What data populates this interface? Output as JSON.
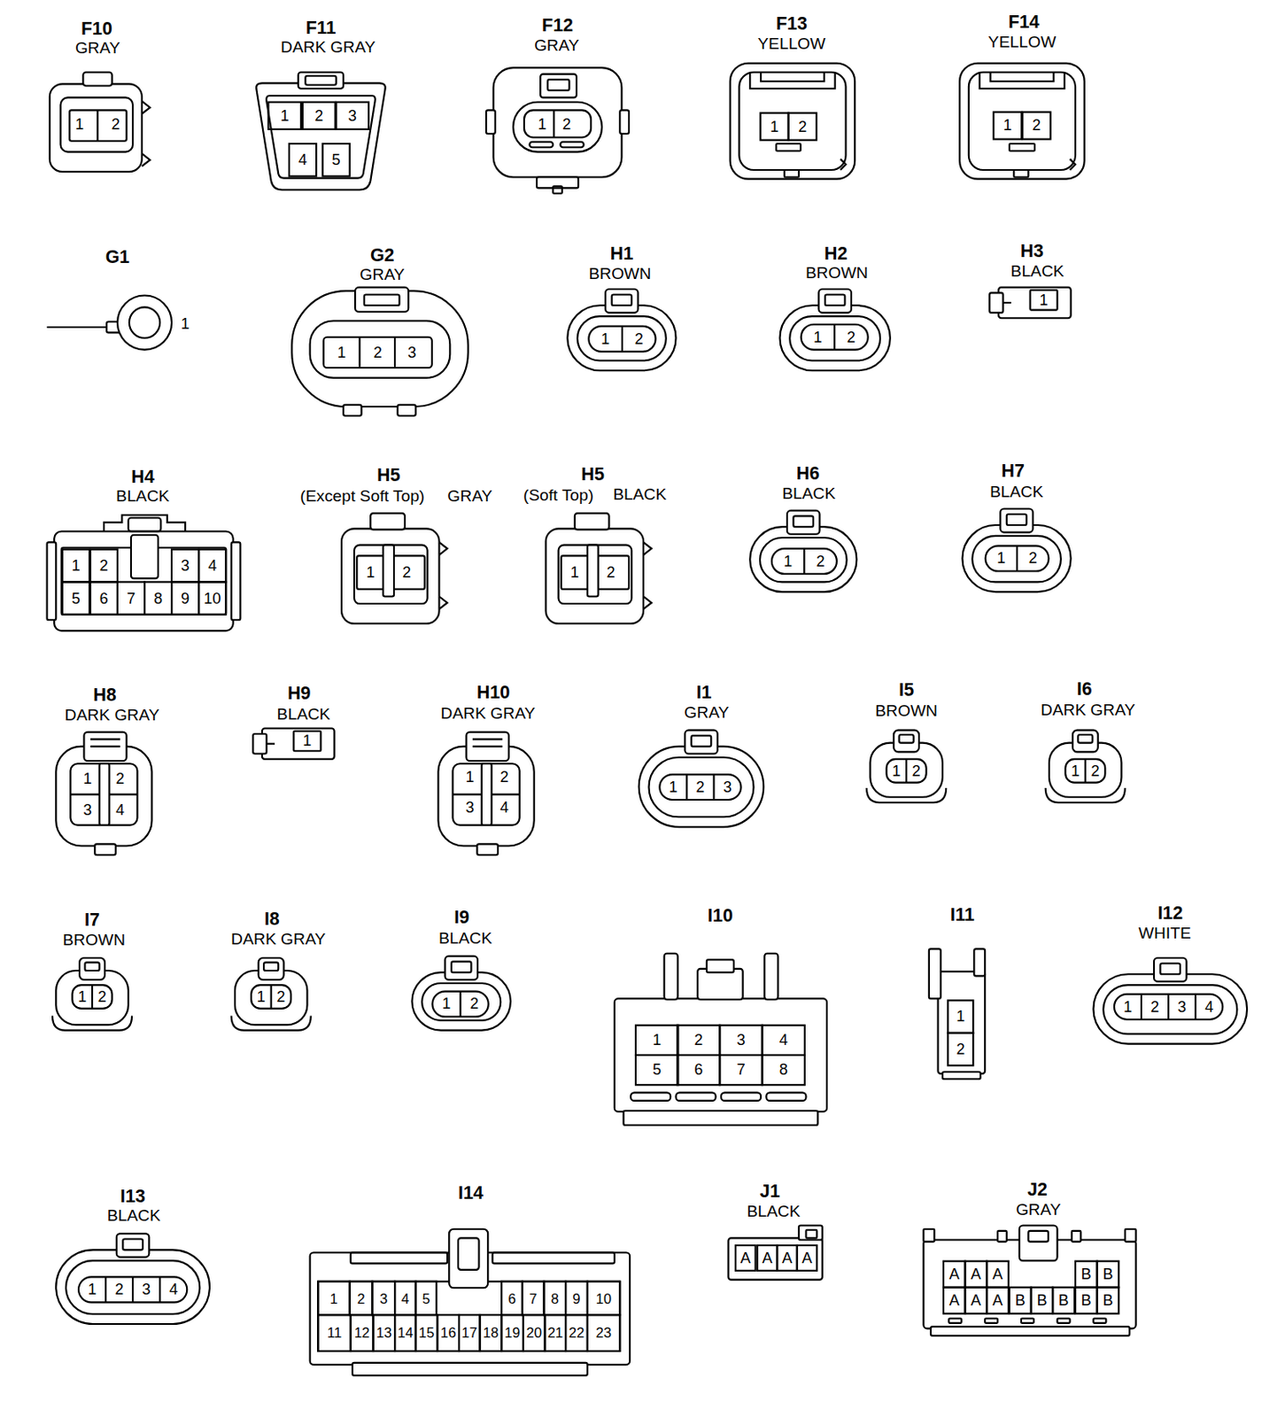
{
  "diagram": {
    "nodes": [
      {
        "text": [
          "F10",
          "GRAY",
          "1",
          "2"
        ]
      },
      {
        "text": [
          "F11",
          "DARK GRAY",
          "1",
          "2",
          "3",
          "4",
          "5"
        ]
      },
      {
        "text": [
          "F12",
          "GRAY",
          "1",
          "2"
        ]
      },
      {
        "text": [
          "F13",
          "YELLOW",
          "1",
          "2"
        ]
      },
      {
        "text": [
          "F14",
          "YELLOW",
          "1",
          "2"
        ]
      },
      {
        "text": [
          "G1",
          "1"
        ]
      },
      {
        "text": [
          "G2",
          "GRAY",
          "1",
          "2",
          "3"
        ]
      },
      {
        "text": [
          "H1",
          "BROWN",
          "1",
          "2"
        ]
      },
      {
        "text": [
          "H2",
          "BROWN",
          "1",
          "2"
        ]
      },
      {
        "text": [
          "H3",
          "BLACK",
          "1"
        ]
      },
      {
        "text": [
          "H4",
          "BLACK",
          "1",
          "2",
          "3",
          "4",
          "5",
          "6",
          "7",
          "8",
          "9",
          "10"
        ]
      },
      {
        "text": [
          "H5",
          "(Except Soft Top)",
          "GRAY",
          "1",
          "2"
        ]
      },
      {
        "text": [
          "H5",
          "(Soft Top)",
          "BLACK",
          "1",
          "2"
        ]
      },
      {
        "text": [
          "H6",
          "BLACK",
          "1",
          "2"
        ]
      },
      {
        "text": [
          "H7",
          "BLACK",
          "1",
          "2"
        ]
      },
      {
        "text": [
          "H8",
          "DARK GRAY",
          "1",
          "2",
          "3",
          "4"
        ]
      },
      {
        "text": [
          "H9",
          "BLACK",
          "1"
        ]
      },
      {
        "text": [
          "H10",
          "DARK GRAY",
          "1",
          "2",
          "3",
          "4"
        ]
      },
      {
        "text": [
          "I1",
          "GRAY",
          "1",
          "2",
          "3"
        ]
      },
      {
        "text": [
          "I5",
          "BROWN",
          "1",
          "2"
        ]
      },
      {
        "text": [
          "I6",
          "DARK GRAY",
          "1",
          "2"
        ]
      },
      {
        "text": [
          "I7",
          "BROWN",
          "1",
          "2"
        ]
      },
      {
        "text": [
          "I8",
          "DARK GRAY",
          "1",
          "2"
        ]
      },
      {
        "text": [
          "I9",
          "BLACK",
          "1",
          "2"
        ]
      },
      {
        "text": [
          "I10",
          "1",
          "2",
          "3",
          "4",
          "5",
          "6",
          "7",
          "8"
        ]
      },
      {
        "text": [
          "I11",
          "1",
          "2"
        ]
      },
      {
        "text": [
          "I12",
          "WHITE",
          "1",
          "2",
          "3",
          "4"
        ]
      },
      {
        "text": [
          "I13",
          "BLACK",
          "1",
          "2",
          "3",
          "4"
        ]
      },
      {
        "text": [
          "I14",
          "1",
          "2",
          "3",
          "4",
          "5",
          "6",
          "7",
          "8",
          "9",
          "10",
          "11",
          "12",
          "13",
          "14",
          "15",
          "16",
          "17",
          "18",
          "19",
          "20",
          "21",
          "22",
          "23"
        ]
      },
      {
        "text": [
          "J1",
          "BLACK",
          "A",
          "A",
          "A",
          "A"
        ]
      },
      {
        "text": [
          "J2",
          "GRAY",
          "A",
          "A",
          "A",
          "B",
          "B",
          "A",
          "A",
          "A",
          "B",
          "B",
          "B",
          "B",
          "B"
        ]
      }
    ]
  }
}
